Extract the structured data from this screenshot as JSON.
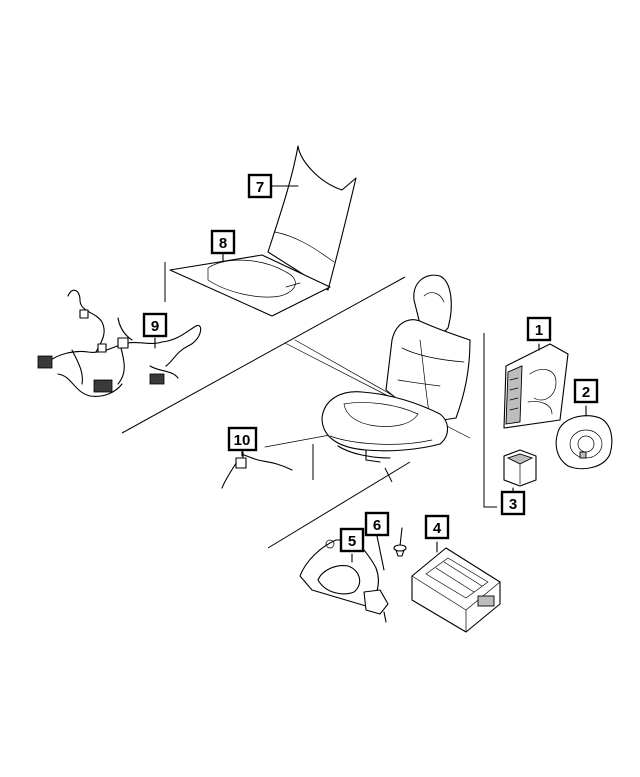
{
  "diagram": {
    "callouts": [
      {
        "id": "1",
        "label": "1"
      },
      {
        "id": "2",
        "label": "2"
      },
      {
        "id": "3",
        "label": "3"
      },
      {
        "id": "4",
        "label": "4"
      },
      {
        "id": "5",
        "label": "5"
      },
      {
        "id": "6",
        "label": "6"
      },
      {
        "id": "7",
        "label": "7"
      },
      {
        "id": "8",
        "label": "8"
      },
      {
        "id": "9",
        "label": "9"
      },
      {
        "id": "10",
        "label": "10"
      }
    ],
    "parts": [
      {
        "callout": "1",
        "icon": "seat-control-module-icon"
      },
      {
        "callout": "2",
        "icon": "rotary-knob-switch-icon"
      },
      {
        "callout": "3",
        "icon": "small-switch-icon"
      },
      {
        "callout": "4",
        "icon": "electronic-module-icon"
      },
      {
        "callout": "5",
        "icon": "mounting-bracket-icon"
      },
      {
        "callout": "6",
        "icon": "push-pin-fastener-icon"
      },
      {
        "callout": "7",
        "icon": "seatback-heater-pad-icon"
      },
      {
        "callout": "8",
        "icon": "cushion-heater-pad-icon"
      },
      {
        "callout": "9",
        "icon": "wiring-harness-icon"
      },
      {
        "callout": "10",
        "icon": "sensor-wire-icon"
      }
    ]
  }
}
